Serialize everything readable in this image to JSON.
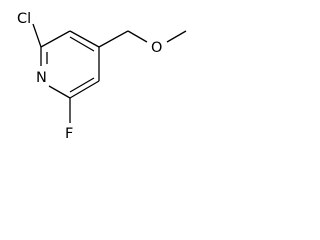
{
  "molecule": {
    "atoms": {
      "chlorine": "Cl",
      "nitrogen": "N",
      "oxygen": "O",
      "fluorine": "F"
    }
  }
}
